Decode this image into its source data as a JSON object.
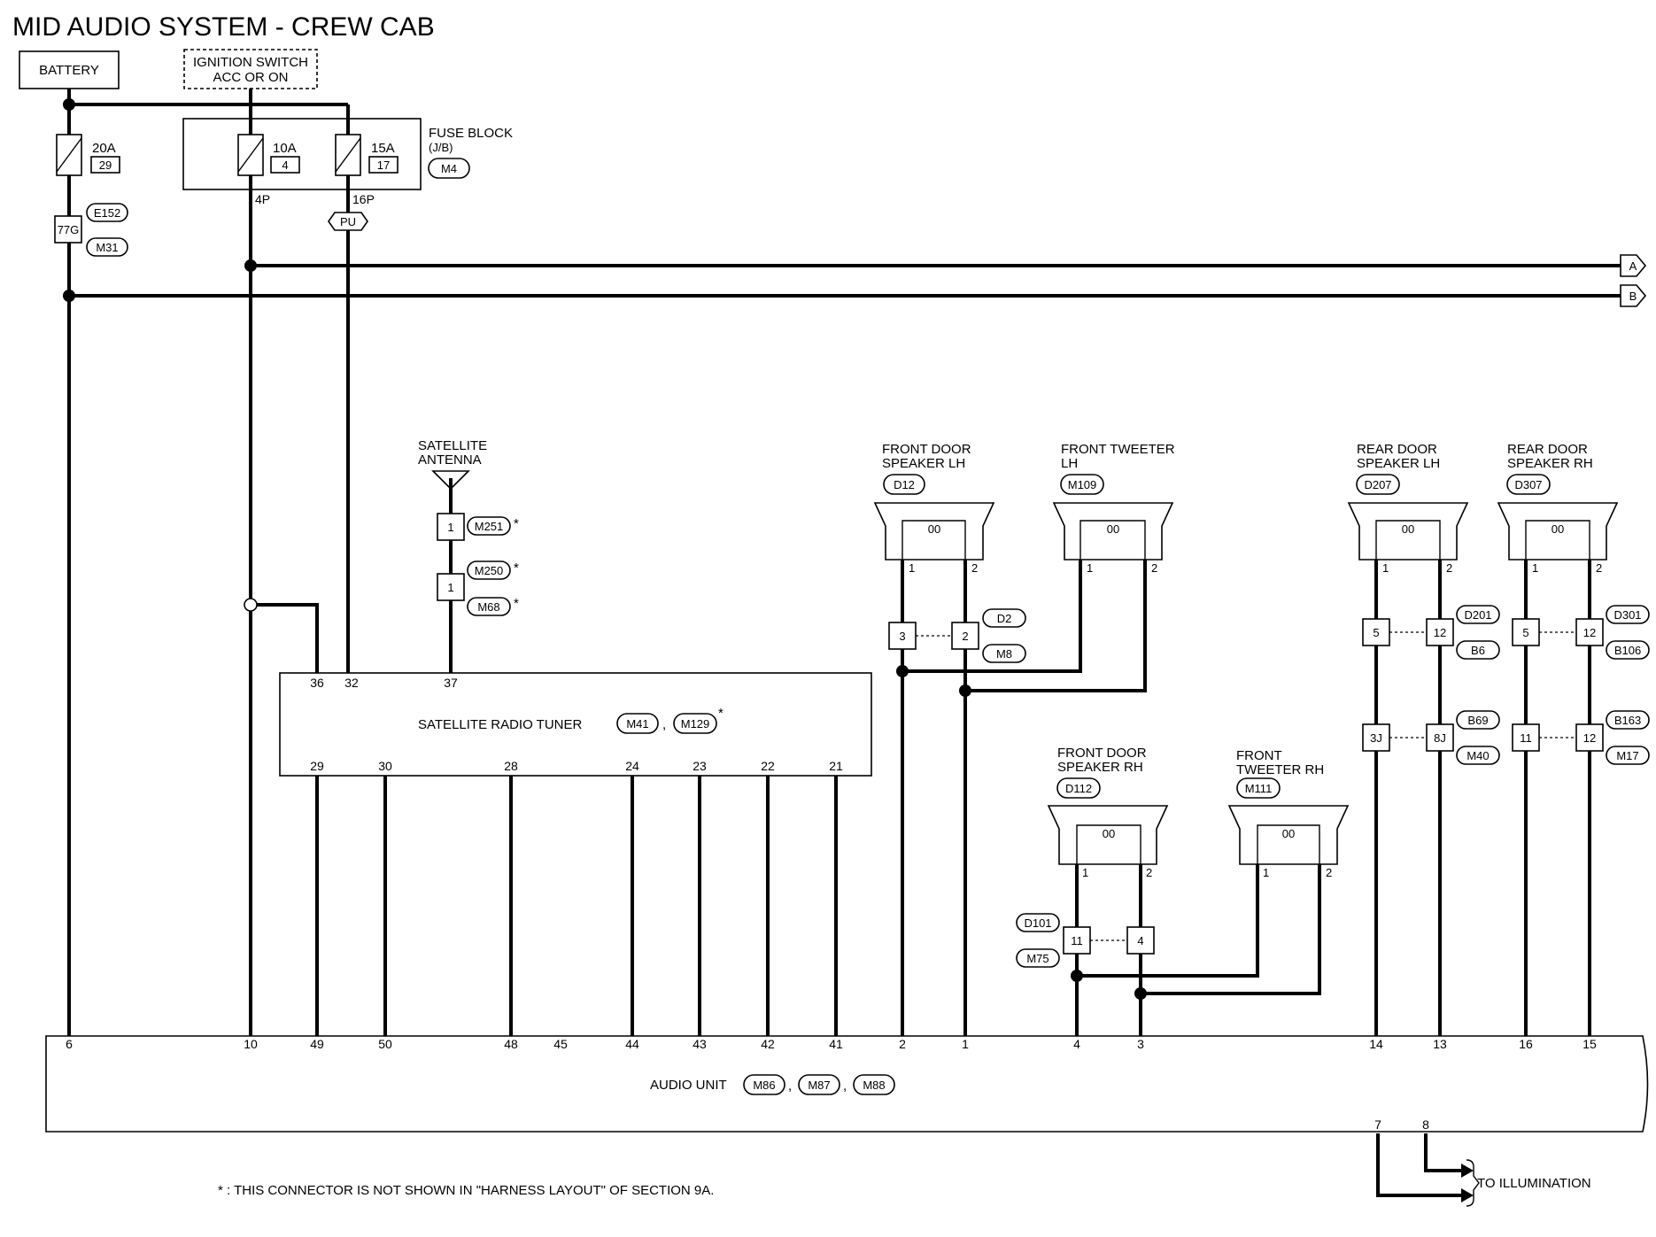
{
  "title": "MID AUDIO SYSTEM - CREW CAB",
  "power": {
    "battery": "BATTERY",
    "ignition_line1": "IGNITION SWITCH",
    "ignition_line2": "ACC OR ON"
  },
  "fuse_block": {
    "line1": "FUSE BLOCK",
    "line2": "(J/B)",
    "conn": "M4",
    "out_left": "4P",
    "out_right": "16P",
    "color_tag": "PU"
  },
  "fuses": [
    {
      "amp": "20A",
      "num": "29"
    },
    {
      "amp": "10A",
      "num": "4"
    },
    {
      "amp": "15A",
      "num": "17"
    }
  ],
  "battery_joint": {
    "pin": "77G",
    "conn_top": "E152",
    "conn_bottom": "M31"
  },
  "to_refs": [
    "A",
    "B"
  ],
  "antenna": {
    "line1": "SATELLITE",
    "line2": "ANTENNA",
    "pin_a": "1",
    "conn_a": "M251",
    "pin_b": "1",
    "conn_b1": "M250",
    "conn_b2": "M68",
    "star": "*"
  },
  "tuner": {
    "name": "SATELLITE RADIO TUNER",
    "conn1": "M41",
    "conn2": "M129",
    "sep": ",",
    "star": "*",
    "top_pins": [
      "36",
      "32",
      "37"
    ],
    "bottom_pins": [
      "29",
      "30",
      "28",
      "24",
      "23",
      "22",
      "21"
    ]
  },
  "speakers": [
    {
      "line1": "FRONT DOOR",
      "line2": "SPEAKER LH",
      "conn": "D12"
    },
    {
      "line1": "FRONT TWEETER",
      "line2": "LH",
      "conn": "M109"
    },
    {
      "line1": "REAR DOOR",
      "line2": "SPEAKER LH",
      "conn": "D207"
    },
    {
      "line1": "REAR DOOR",
      "line2": "SPEAKER RH",
      "conn": "D307"
    },
    {
      "line1": "FRONT DOOR",
      "line2": "SPEAKER RH",
      "conn": "D112"
    },
    {
      "line1": "FRONT",
      "line2": "TWEETER RH",
      "conn": "M111"
    }
  ],
  "speaker_symbol": "00",
  "speaker_pins": [
    "1",
    "2"
  ],
  "joints": {
    "fl": {
      "left": "3",
      "right": "2",
      "conn_top": "D2",
      "conn_bottom": "M8"
    },
    "rl_upper": {
      "left": "5",
      "right": "12",
      "conn_top": "D201",
      "conn_bottom": "B6"
    },
    "rl_lower": {
      "left": "3J",
      "right": "8J",
      "conn_top": "B69",
      "conn_bottom": "M40"
    },
    "rr_upper": {
      "left": "5",
      "right": "12",
      "conn_top": "D301",
      "conn_bottom": "B106"
    },
    "rr_lower": {
      "left": "11",
      "right": "12",
      "conn_top": "B163",
      "conn_bottom": "M17"
    },
    "fr": {
      "left": "11",
      "right": "4",
      "conn_top": "D101",
      "conn_bottom": "M75"
    }
  },
  "audio_unit": {
    "name": "AUDIO UNIT",
    "conn1": "M86",
    "conn2": "M87",
    "conn3": "M88",
    "sep": ",",
    "pins": [
      "6",
      "10",
      "49",
      "50",
      "48",
      "45",
      "44",
      "43",
      "42",
      "41",
      "2",
      "1",
      "4",
      "3",
      "14",
      "13",
      "16",
      "15"
    ],
    "bottom_pins": [
      "7",
      "8"
    ]
  },
  "illumination": "TO ILLUMINATION",
  "footnote": "* : THIS CONNECTOR IS NOT SHOWN IN \"HARNESS LAYOUT\" OF SECTION 9A."
}
